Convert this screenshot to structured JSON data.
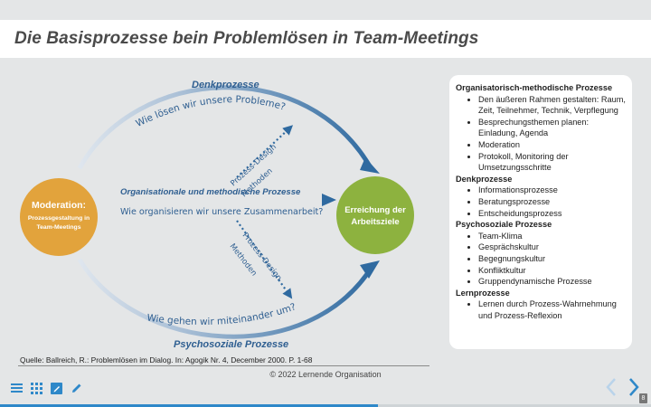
{
  "slide": {
    "title": "Die Basisprozesse bein Problemlösen in Team-Meetings",
    "source": "Quelle: Ballreich, R.: Problemlösen im Dialog. In: Agogik Nr. 4, December 2000. P. 1-68",
    "copyright": "© 2022 Lernende Organisation"
  },
  "diagram": {
    "left_circle": {
      "title": "Moderation:",
      "line1": "Prozessgestaltung in",
      "line2": "Team-Meetings",
      "color": "#e2a33c"
    },
    "right_circle": {
      "line1": "Erreichung der",
      "line2": "Arbeitsziele",
      "color": "#8db23f"
    },
    "top_label": "Denkprozesse",
    "top_question": "Wie lösen wir unsere Probleme?",
    "middle_label": "Organisationale und methodische Prozesse",
    "middle_question": "Wie organisieren wir unsere Zusammenarbeit?",
    "bottom_question": "Wie gehen wir miteinander um?",
    "bottom_label": "Psychosoziale Prozesse",
    "upper_diag_1": "Prozess-Design",
    "upper_diag_2": "Methoden",
    "lower_diag_1": "Prozess-Design",
    "lower_diag_2": "Methoden",
    "arrow_color": "#2f6aa0"
  },
  "side_panel": {
    "sections": [
      {
        "heading": "Organisatorisch-methodische Prozesse",
        "items": [
          "Den äußeren Rahmen gestalten: Raum, Zeit, Teilnehmer, Technik, Verpflegung",
          "Besprechungsthemen planen: Einladung, Agenda",
          "Moderation",
          "Protokoll, Monitoring der Umsetzungsschritte"
        ]
      },
      {
        "heading": "Denkprozesse",
        "items": [
          "Informationsprozesse",
          "Beratungsprozesse",
          "Entscheidungsprozess"
        ]
      },
      {
        "heading": "Psychosoziale Prozesse",
        "items": [
          "Team-Klima",
          "Gesprächskultur",
          "Begegnungskultur",
          "Konfliktkultur",
          "Gruppendynamische Prozesse"
        ]
      },
      {
        "heading": "Lernprozesse",
        "items": [
          "Lernen durch Prozess-Wahrnehmung und Prozess-Reflexion"
        ]
      }
    ]
  },
  "toolbar": {
    "icons": [
      "menu-icon",
      "grid-icon",
      "edit-box-icon",
      "pencil-icon"
    ],
    "accent": "#2e88c9"
  },
  "navigation": {
    "page_number": "8",
    "progress": 0.58
  }
}
